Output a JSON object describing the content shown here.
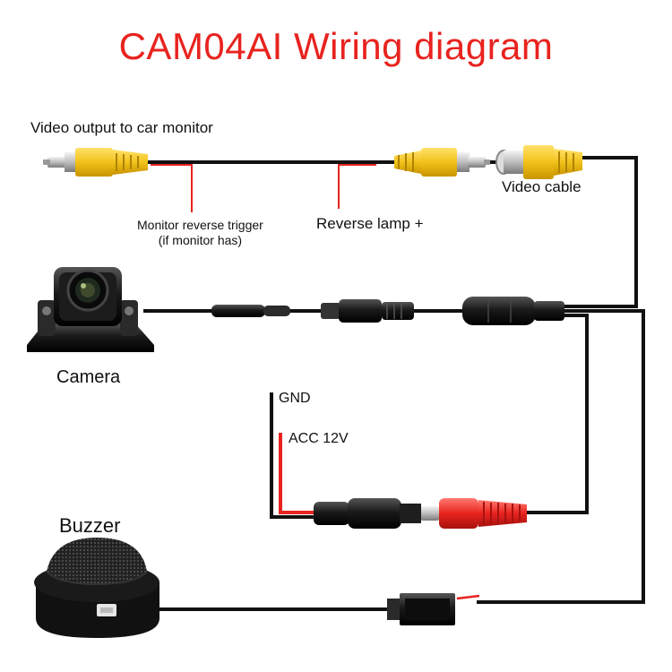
{
  "title": "CAM04AI Wiring diagram",
  "labels": {
    "video_output": "Video output to car monitor",
    "video_cable": "Video cable",
    "monitor_trigger_line1": "Monitor reverse trigger",
    "monitor_trigger_line2": "(if monitor has)",
    "reverse_lamp": "Reverse lamp +",
    "camera": "Camera",
    "gnd": "GND",
    "acc": "ACC 12V",
    "buzzer": "Buzzer"
  },
  "colors": {
    "title": "#e8231f",
    "wire": "#111111",
    "red_wire": "#e8231f",
    "rca_yellow": "#f2c21a",
    "connector_red": "#e8231f"
  },
  "icons": [
    "rca-plug-icon",
    "rca-socket-icon",
    "camera-icon",
    "connector-icon",
    "dc-plug-icon",
    "dc-socket-icon",
    "buzzer-icon"
  ]
}
